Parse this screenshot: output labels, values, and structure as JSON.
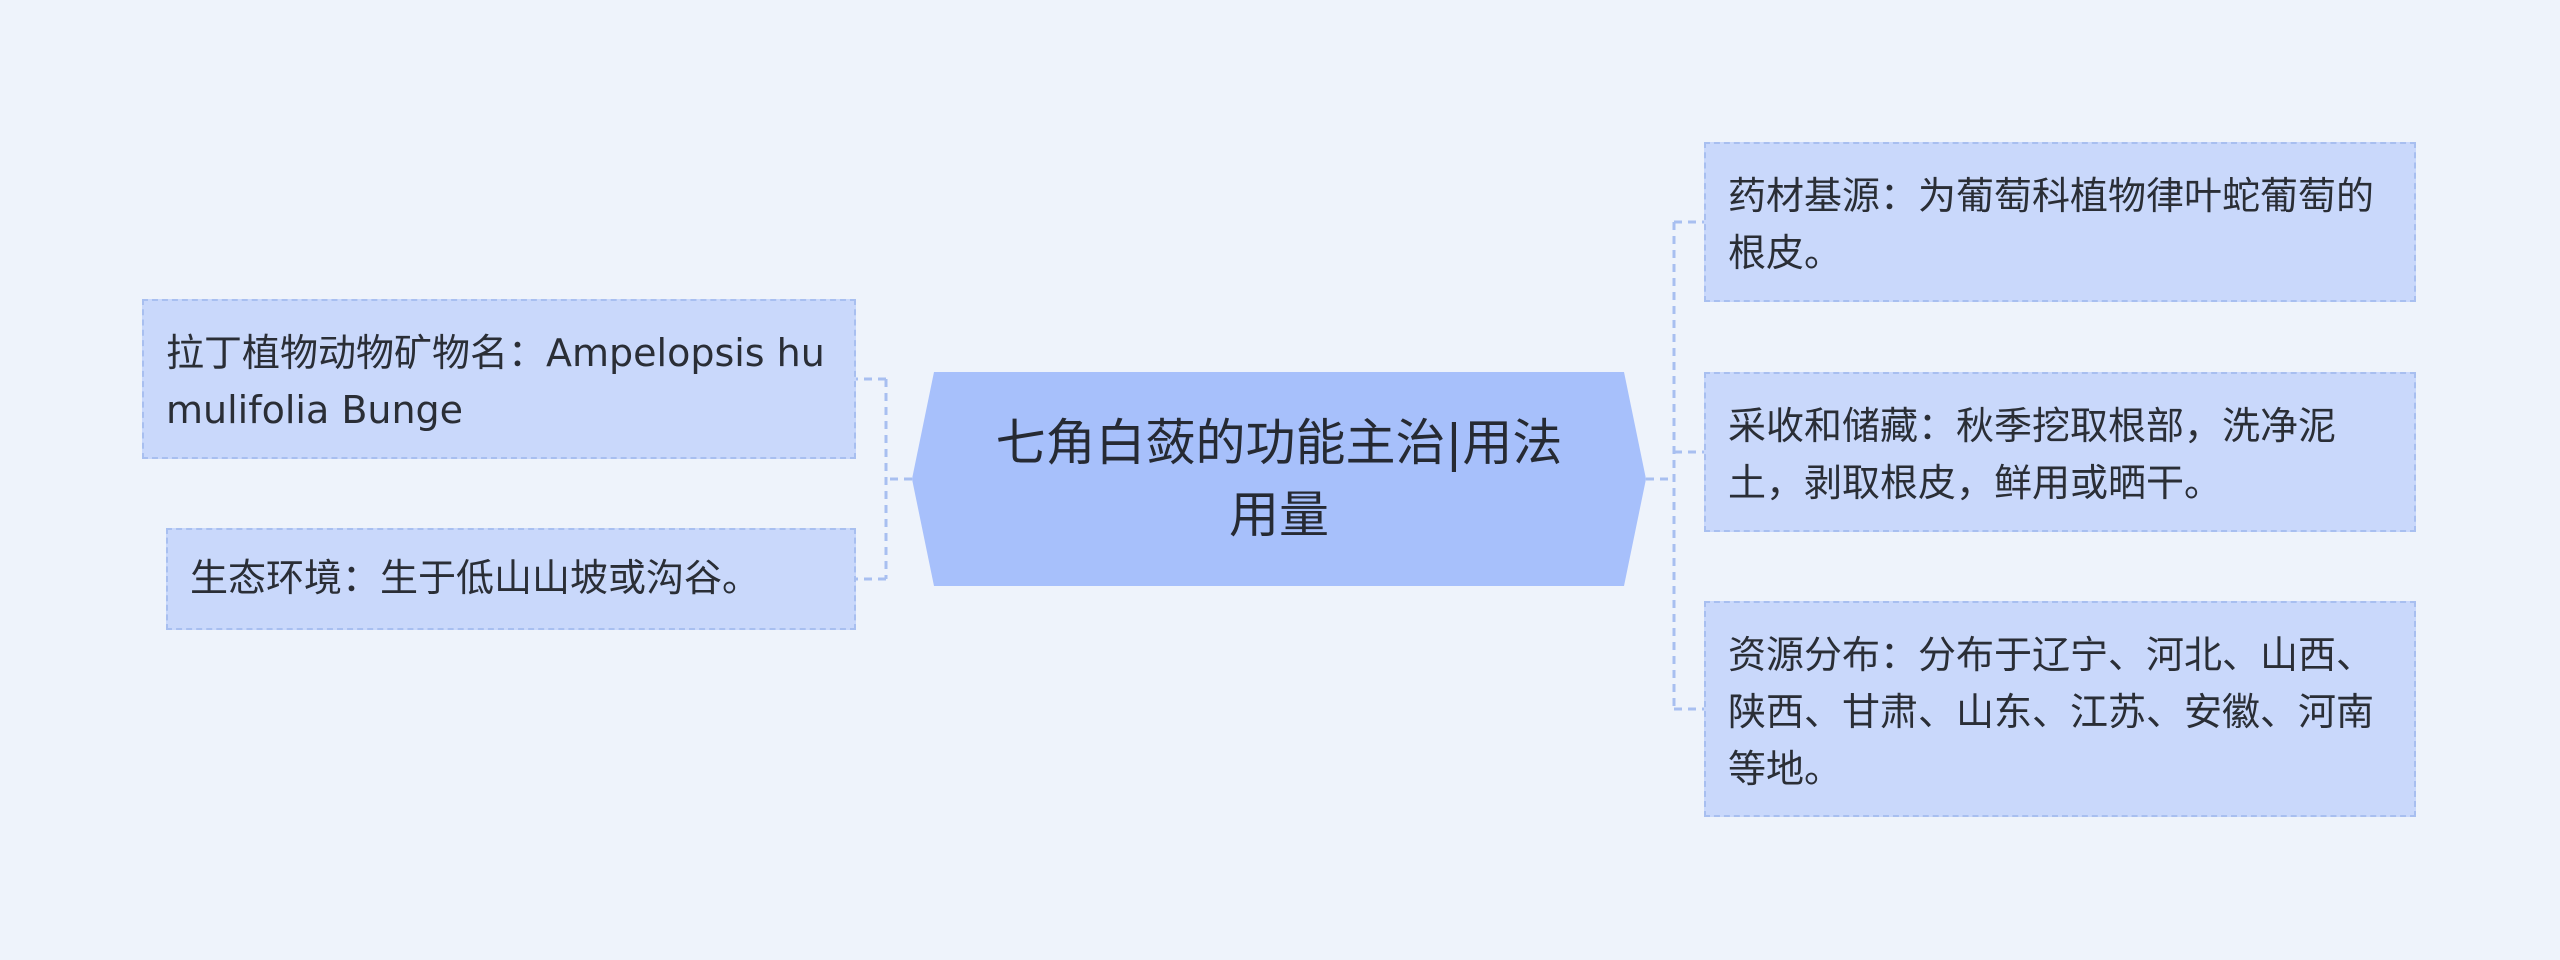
{
  "central_topic": "七角白蔹的功能主治|用法用量",
  "left_branches": [
    "拉丁植物动物矿物名：Ampelopsis humulifolia Bunge",
    "生态环境：生于低山山坡或沟谷。"
  ],
  "right_branches": [
    "药材基源：为葡萄科植物律叶蛇葡萄的根皮。",
    "采收和储藏：秋季挖取根部，洗净泥土，剥取根皮，鲜用或晒干。",
    "资源分布：分布于辽宁、河北、山西、陕西、甘肃、山东、江苏、安徽、河南等地。"
  ],
  "colors": {
    "background": "#eef3fb",
    "center_fill": "#a7c0fb",
    "leaf_fill": "#c9d8fb",
    "leaf_border": "#a8bff0",
    "connector": "#a8bff0"
  }
}
